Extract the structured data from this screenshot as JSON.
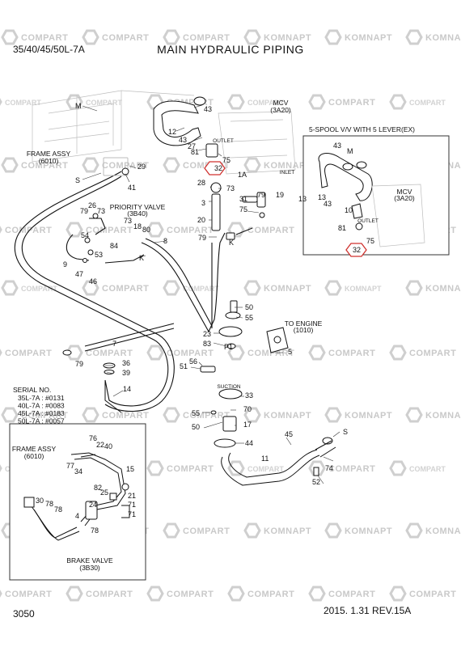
{
  "header": {
    "model": "35/40/45/50L-7A",
    "title": "MAIN HYDRAULIC PIPING"
  },
  "footer": {
    "page_code": "3050",
    "revision": "2015. 1.31  REV.15A"
  },
  "watermark": {
    "brand_main": "COMPART",
    "brand_alt": "KOMNAPT"
  },
  "callouts": {
    "frame_assy_top": {
      "name": "FRAME ASSY",
      "code": "(6010)"
    },
    "priority_valve": {
      "name": "PRIORITY VALVE",
      "code": "(3B40)"
    },
    "mcv_main": {
      "name": "MCV",
      "code": "(3A20)"
    },
    "to_engine": {
      "name": "TO ENGINE",
      "code": "(1010)"
    },
    "suction": "SUCTION",
    "outlet": "OUTLET",
    "inlet": "INLET",
    "inset_title": "5-SPOOL V/V WITH 5 LEVER(EX)",
    "mcv_inset": {
      "name": "MCV",
      "code": "(3A20)"
    },
    "serial": {
      "title": "SERIAL NO.",
      "rows": [
        "35L-7A : #0131",
        "40L-7A : #0083",
        "45L-7A : #0183",
        "50L-7A : #0057"
      ]
    },
    "frame_assy_bottom": {
      "name": "FRAME ASSY",
      "code": "(6010)"
    },
    "brake_valve": {
      "name": "BRAKE VALVE",
      "code": "(3B30)"
    }
  },
  "part_numbers": {
    "main": [
      "M",
      "43",
      "12",
      "43",
      "27",
      "81",
      "75",
      "32",
      "73",
      "28",
      "3",
      "20",
      "79",
      "K",
      "8",
      "29",
      "41",
      "S",
      "26",
      "79",
      "73",
      "73",
      "18",
      "80",
      "54",
      "84",
      "53",
      "9",
      "47",
      "46",
      "K",
      "31",
      "79",
      "19",
      "75",
      "50",
      "55",
      "23",
      "83",
      "5",
      "56",
      "51",
      "7",
      "79",
      "36",
      "39",
      "14",
      "33",
      "55",
      "70",
      "17",
      "50",
      "44",
      "45",
      "S",
      "11",
      "74",
      "52",
      "1A",
      "P1",
      "13"
    ],
    "inset": [
      "43",
      "M",
      "13",
      "10",
      "81",
      "75",
      "32",
      "43"
    ],
    "brake": [
      "76",
      "22",
      "40",
      "77",
      "34",
      "15",
      "30",
      "78",
      "82",
      "25",
      "21",
      "71",
      "24",
      "71",
      "78",
      "4",
      "78"
    ]
  }
}
